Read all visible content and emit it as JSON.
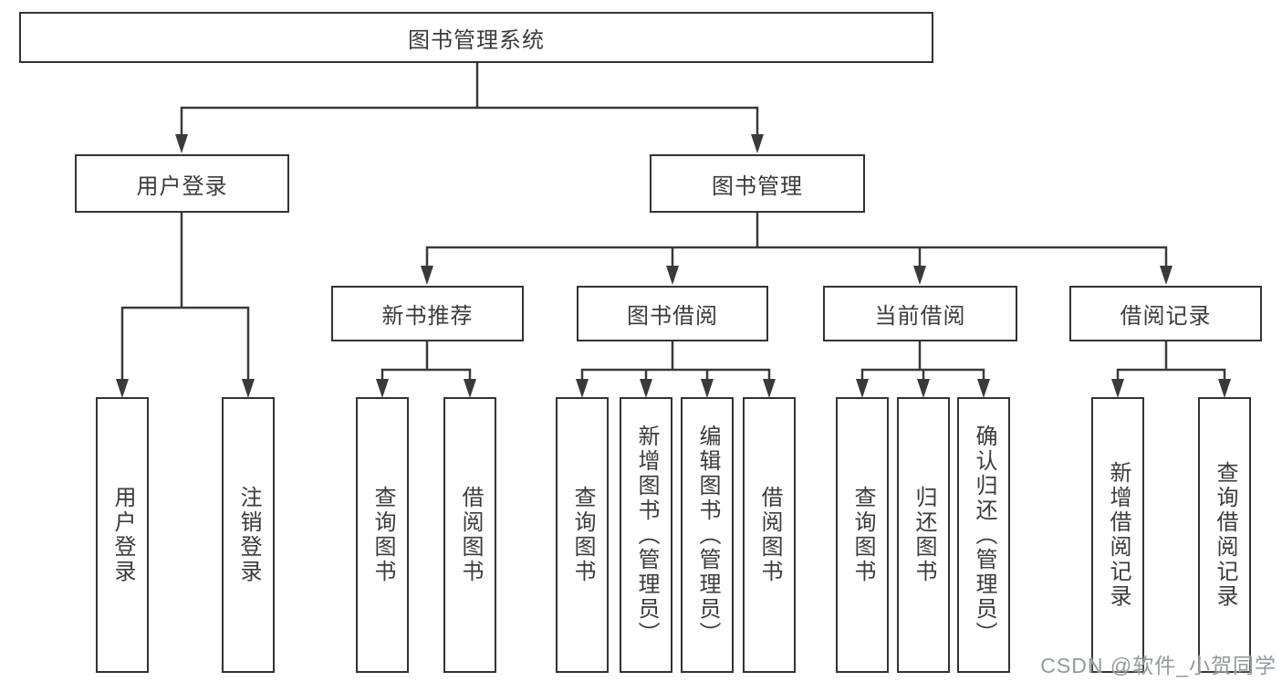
{
  "tree": {
    "root": {
      "label": "图书管理系统"
    },
    "branches": [
      {
        "label": "用户登录",
        "children": [
          {
            "label": "用户登录"
          },
          {
            "label": "注销登录"
          }
        ]
      },
      {
        "label": "图书管理",
        "sections": [
          {
            "label": "新书推荐",
            "children": [
              {
                "label": "查询图书"
              },
              {
                "label": "借阅图书"
              }
            ]
          },
          {
            "label": "图书借阅",
            "children": [
              {
                "label": "查询图书"
              },
              {
                "label": "新增图书（管理员）"
              },
              {
                "label": "编辑图书（管理员）"
              },
              {
                "label": "借阅图书"
              }
            ]
          },
          {
            "label": "当前借阅",
            "children": [
              {
                "label": "查询图书"
              },
              {
                "label": "归还图书"
              },
              {
                "label": "确认归还（管理员）"
              }
            ]
          },
          {
            "label": "借阅记录",
            "children": [
              {
                "label": "新增借阅记录"
              },
              {
                "label": "查询借阅记录"
              }
            ]
          }
        ]
      }
    ]
  },
  "watermark": {
    "text": "CSDN @软件_小贺同学"
  },
  "colors": {
    "line": "#3a3a3a",
    "box_border": "#333333",
    "text": "#3b3b3b",
    "watermark": "#94999e",
    "background": "#ffffff"
  }
}
